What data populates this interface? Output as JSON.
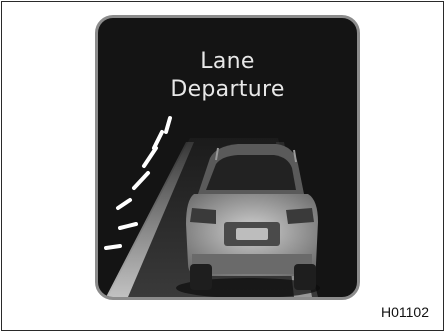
{
  "display": {
    "title_line1": "Lane",
    "title_line2": "Departure"
  },
  "figure": {
    "code": "H01102"
  },
  "colors": {
    "display_bg": "#141414",
    "bezel": "#8c8c8c",
    "lane_line": "#d9d9d9",
    "warning_marks": "#ffffff",
    "car": "#9a9a9a"
  },
  "icons": {
    "car": "suv-rear-view-icon",
    "warning": "lane-warning-indicator-icon"
  }
}
